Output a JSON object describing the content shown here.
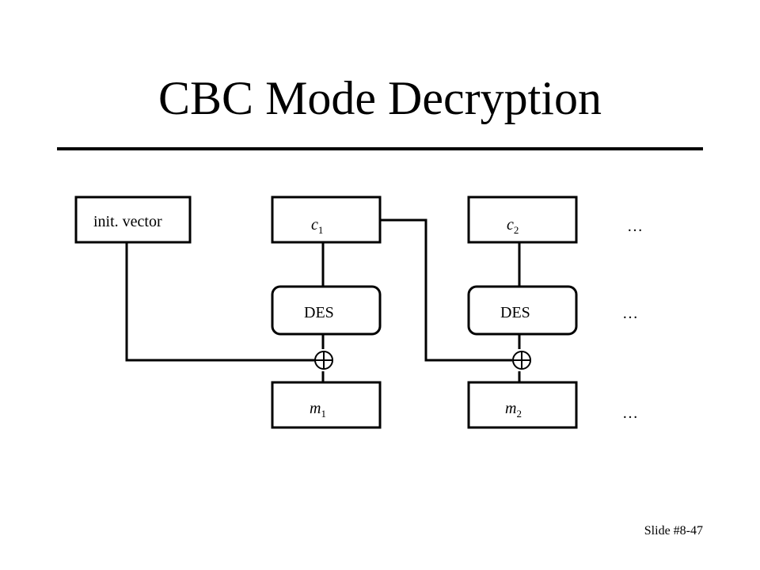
{
  "slide": {
    "title": "CBC Mode Decryption",
    "number": "Slide #8-47"
  },
  "diagram": {
    "iv_label": "init. vector",
    "cipher_blocks": [
      {
        "var": "c",
        "sub": "1"
      },
      {
        "var": "c",
        "sub": "2"
      }
    ],
    "cipher_label": "DES",
    "plain_blocks": [
      {
        "var": "m",
        "sub": "1"
      },
      {
        "var": "m",
        "sub": "2"
      }
    ],
    "xor_symbol": "⊕",
    "continuation": "…"
  }
}
